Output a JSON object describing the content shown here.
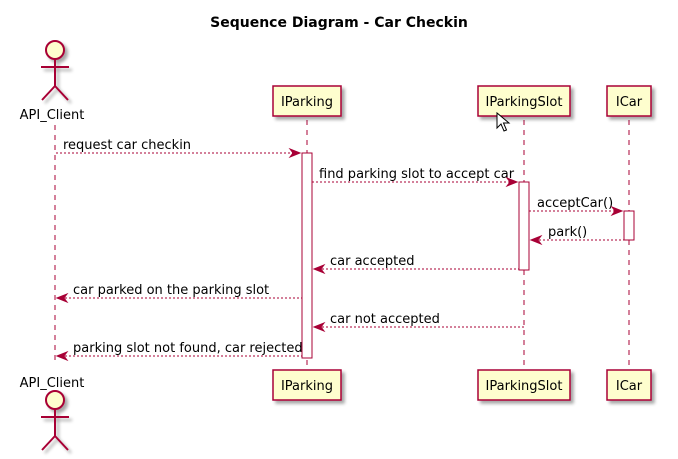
{
  "title": "Sequence Diagram - Car Checkin",
  "participants": {
    "api_client": "API_Client",
    "iparking": "IParking",
    "iparkingslot": "IParkingSlot",
    "icar": "ICar"
  },
  "messages": [
    "request car checkin",
    "find parking slot to accept car",
    "acceptCar()",
    "park()",
    "car accepted",
    "car parked on the parking slot",
    "car not accepted",
    "parking slot not found, car rejected"
  ],
  "colors": {
    "border": "#A80036",
    "participant_fill": "#FEFECE"
  }
}
